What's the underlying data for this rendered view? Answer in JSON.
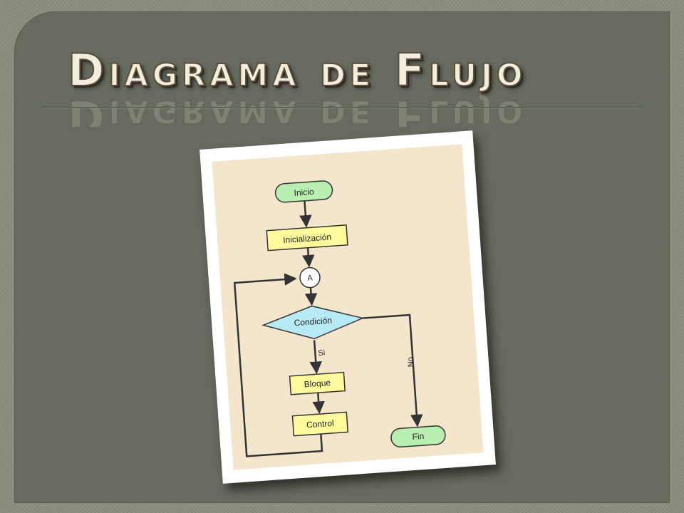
{
  "slide": {
    "title": "Diagrama de Flujo"
  },
  "flowchart": {
    "nodes": {
      "start": "Inicio",
      "init": "Inicialización",
      "connector": "A",
      "decision": "Condición",
      "block": "Bloque",
      "control": "Control",
      "end": "Fin"
    },
    "edges": {
      "yes_label": "Si",
      "no_label": "No"
    },
    "colors": {
      "background": "#f4e6cc",
      "terminal": "#b9efb1",
      "process": "#fffb9c",
      "decision": "#b7eaf4",
      "stroke": "#333333"
    }
  }
}
